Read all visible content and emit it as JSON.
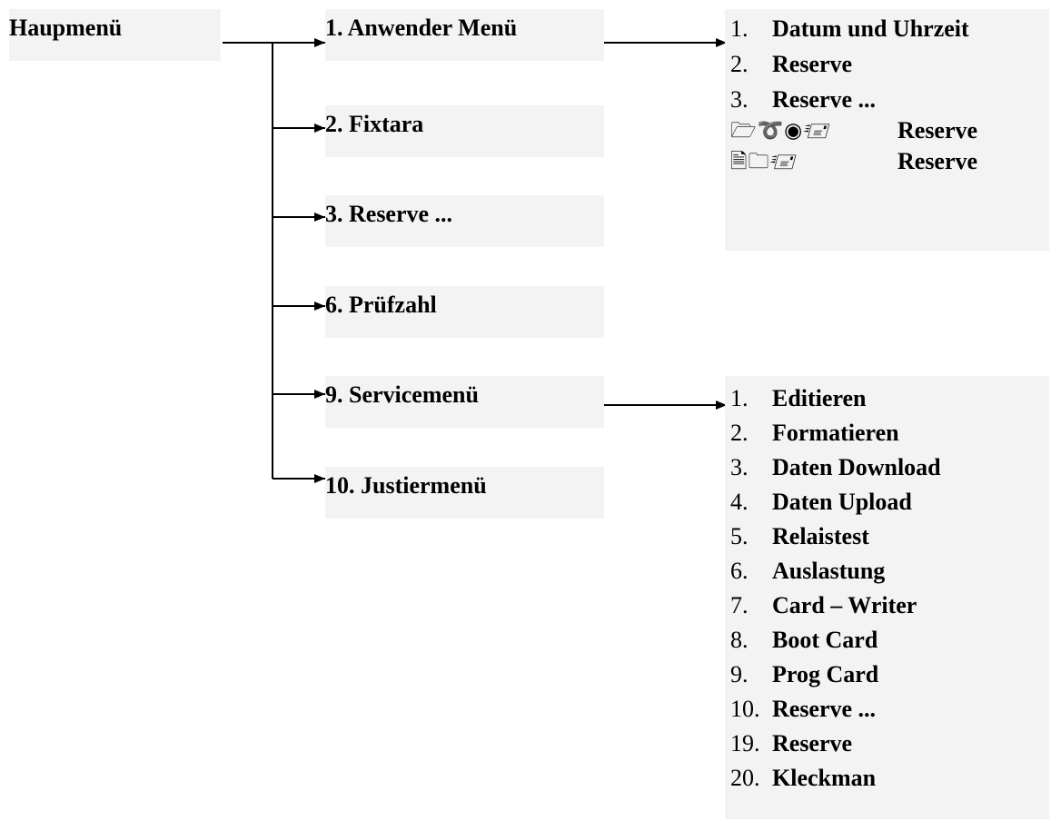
{
  "main": {
    "title": "Haupmenü",
    "items": [
      {
        "label": "1. Anwender Menü"
      },
      {
        "label": "2. Fixtara"
      },
      {
        "label": "3. Reserve ..."
      },
      {
        "label": "6. Prüfzahl"
      },
      {
        "label": "9. Servicemenü"
      },
      {
        "label": "10. Justiermenü"
      }
    ]
  },
  "anwender_submenu": {
    "items": [
      {
        "num": "1.",
        "label": "Datum und Uhrzeit"
      },
      {
        "num": "2.",
        "label": "Reserve"
      },
      {
        "num": "3.",
        "label": "Reserve ..."
      }
    ],
    "icon_rows": [
      {
        "icons": "🗁➰◉🖅",
        "label": "Reserve"
      },
      {
        "icons": "🗎🗀🖅",
        "label": "Reserve"
      }
    ]
  },
  "service_submenu": {
    "items": [
      {
        "num": "1.",
        "label": "Editieren"
      },
      {
        "num": "2.",
        "label": "Formatieren"
      },
      {
        "num": "3.",
        "label": "Daten Download"
      },
      {
        "num": "4.",
        "label": "Daten Upload"
      },
      {
        "num": "5.",
        "label": "Relaistest"
      },
      {
        "num": "6.",
        "label": "Auslastung"
      },
      {
        "num": "7.",
        "label": "Card – Writer"
      },
      {
        "num": "8.",
        "label": "Boot Card"
      },
      {
        "num": "9.",
        "label": "Prog Card"
      },
      {
        "num": "10.",
        "label": "Reserve ..."
      },
      {
        "num": "19.",
        "label": "Reserve"
      },
      {
        "num": "20.",
        "label": "Kleckman"
      }
    ]
  }
}
